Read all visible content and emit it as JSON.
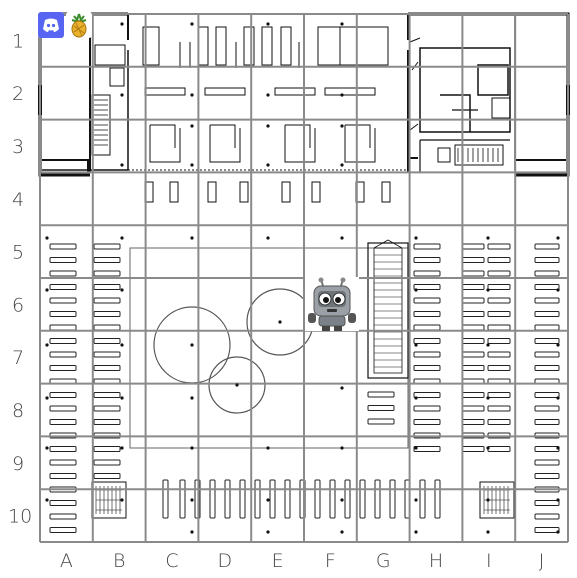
{
  "columns": [
    "A",
    "B",
    "C",
    "D",
    "E",
    "F",
    "G",
    "H",
    "I",
    "J"
  ],
  "rows": [
    "1",
    "2",
    "3",
    "4",
    "5",
    "6",
    "7",
    "8",
    "9",
    "10"
  ],
  "icons": {
    "discord": "discord-icon",
    "plant": "pineapple-icon",
    "token": "robot-icon"
  },
  "token_cell": "F6",
  "colors": {
    "grid": "#8a8a8a",
    "wall": "#111111",
    "discord": "#5865F2",
    "robot": "#9aa0a6"
  }
}
